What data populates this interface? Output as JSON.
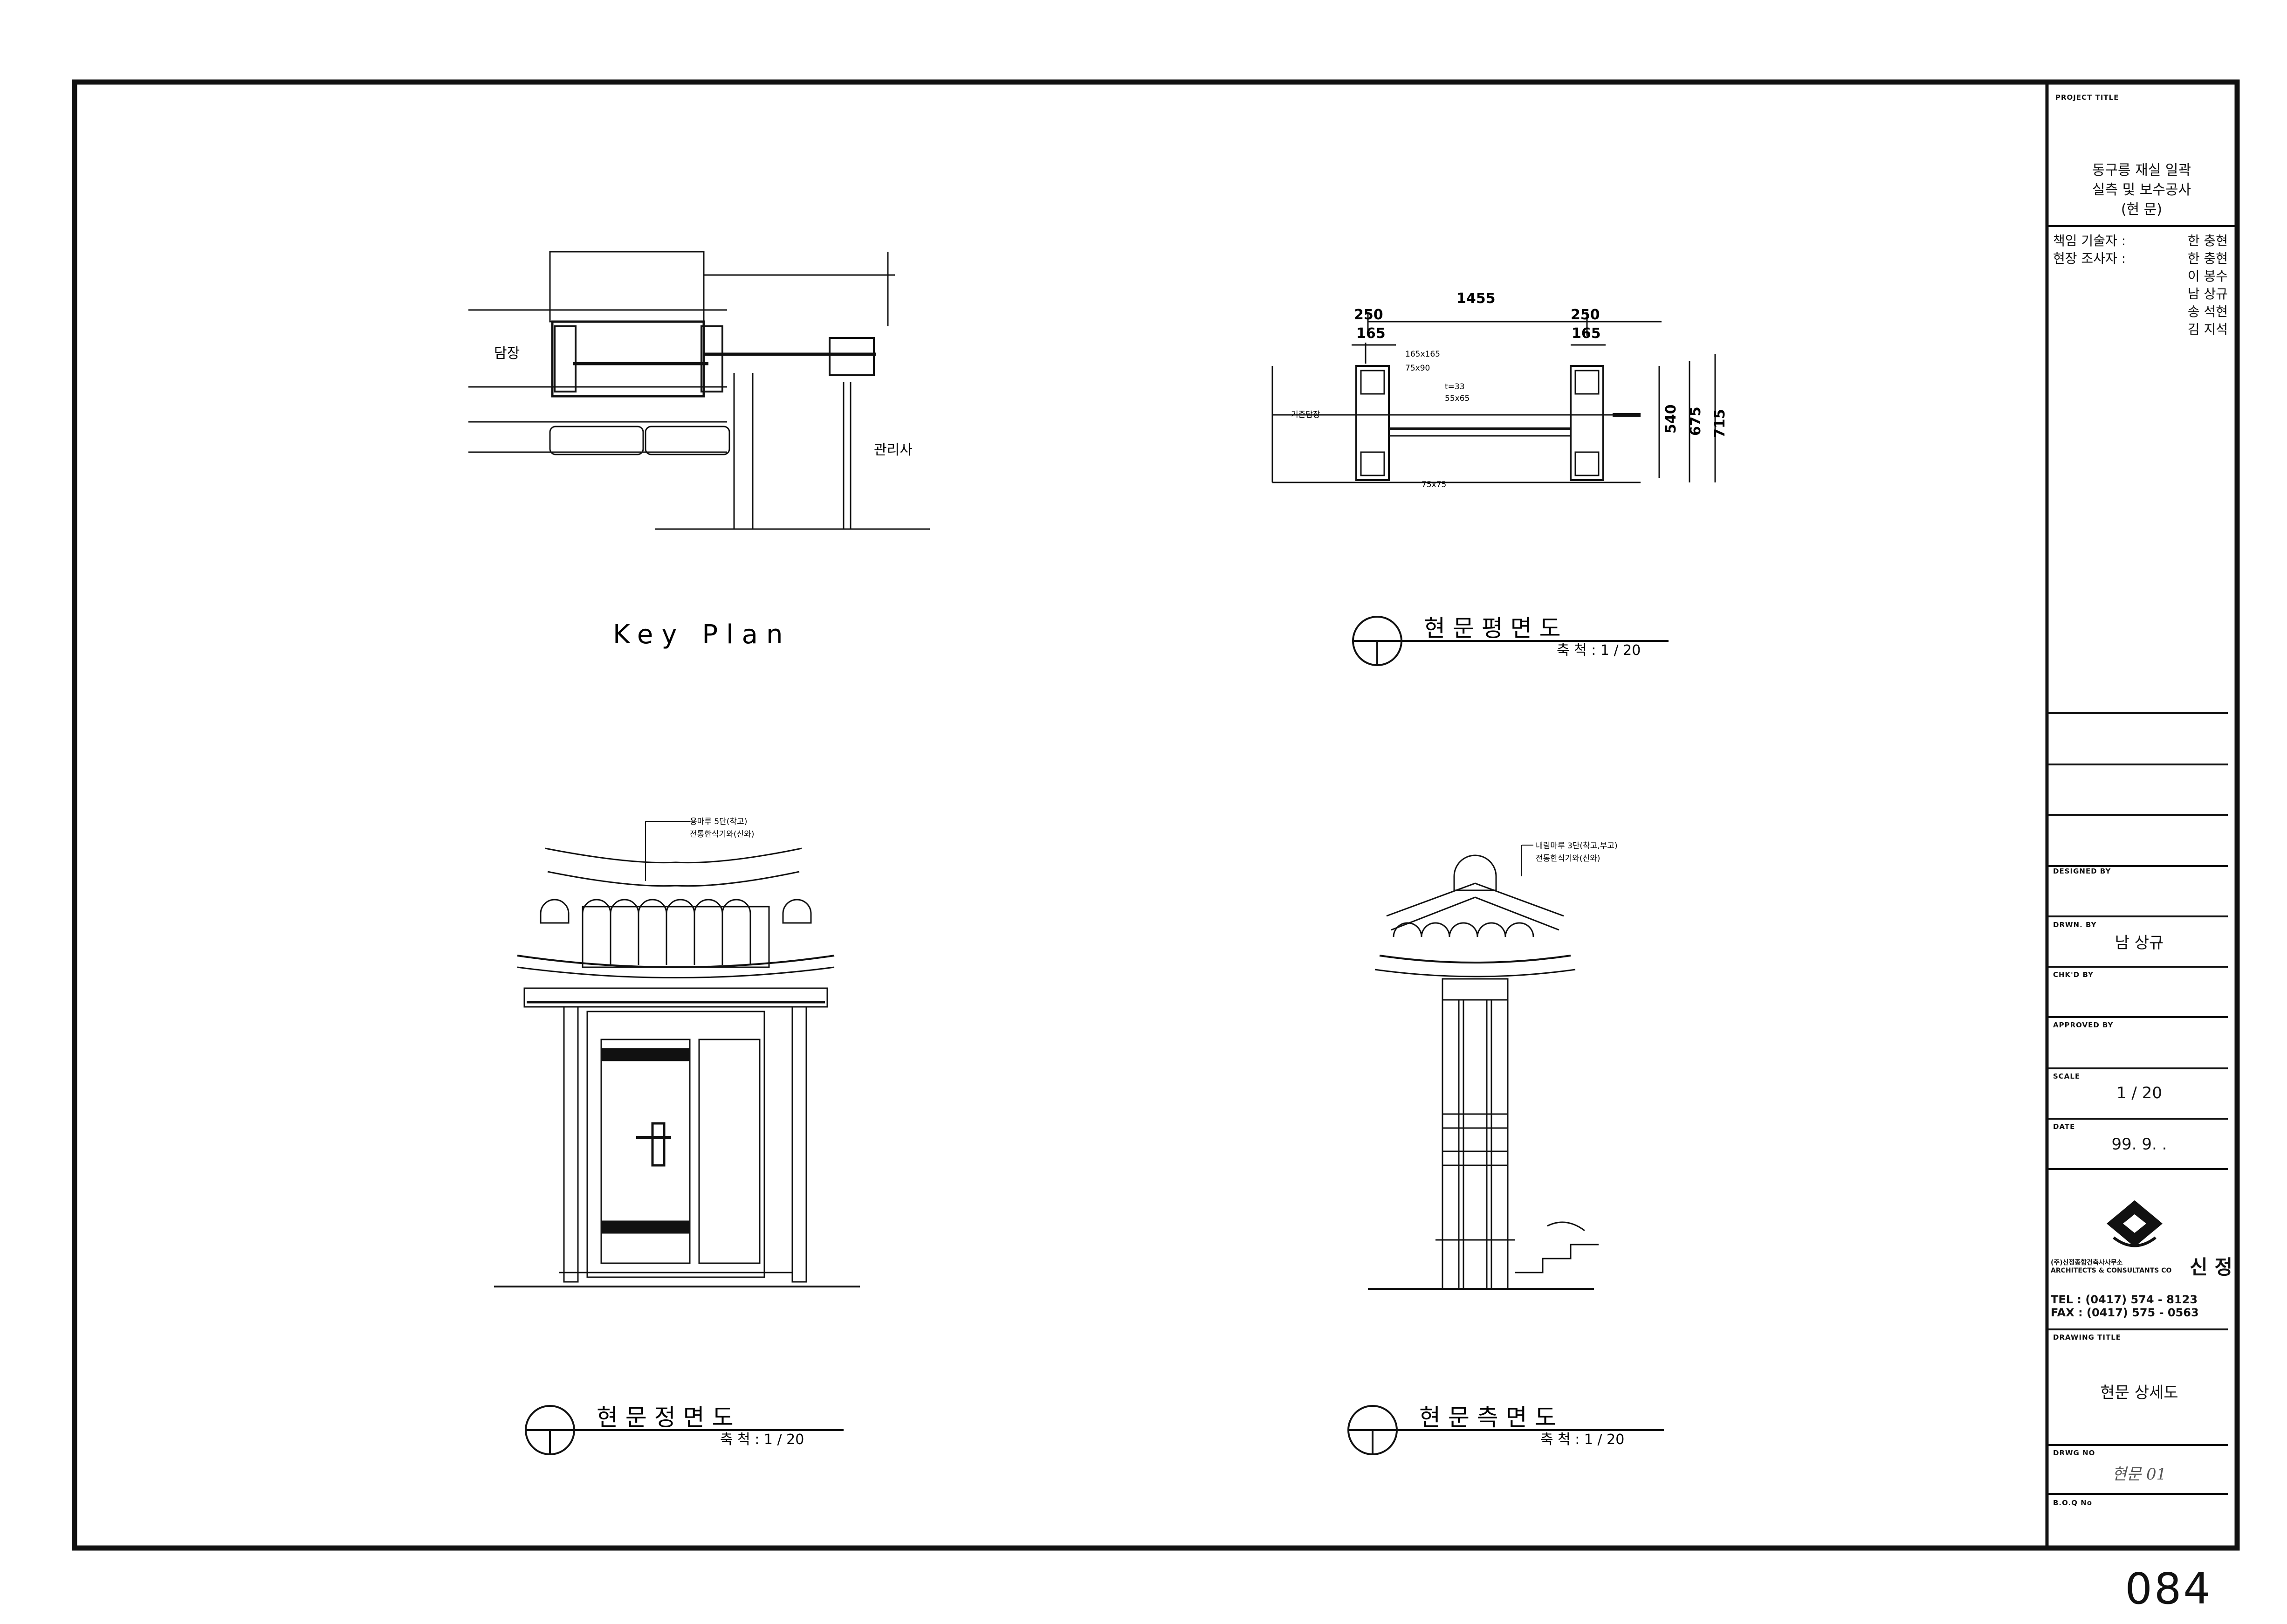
{
  "title_block": {
    "project_title_caption": "PROJECT TITLE",
    "project_title": [
      "동구릉 재실 일곽",
      "실측 및 보수공사",
      "(현   문)"
    ],
    "staff": [
      {
        "role": "책임 기술자 :",
        "name": "한 충현"
      },
      {
        "role": "현장 조사자 :",
        "name": "한 충현"
      },
      {
        "role": "",
        "name": "이 봉수"
      },
      {
        "role": "",
        "name": "남 상규"
      },
      {
        "role": "",
        "name": "송 석현"
      },
      {
        "role": "",
        "name": "김 지석"
      }
    ],
    "designed_by_caption": "DESIGNED BY",
    "drawn_by_caption": "DRWN. BY",
    "drawn_by": "남 상규",
    "checked_by_caption": "CHK'D BY",
    "approved_by_caption": "APPROVED BY",
    "scale_caption": "SCALE",
    "scale": "1 / 20",
    "date_caption": "DATE",
    "date": "99. 9.  .",
    "company_name": "(주)신정종합건축사사무소",
    "company_name_en": "ARCHITECTS & CONSULTANTS CO",
    "company_brand": "신 정",
    "tel": "TEL : (0417) 574 - 8123",
    "fax": "FAX : (0417) 575 - 0563",
    "drawing_title_caption": "DRAWING TITLE",
    "drawing_title": "현문 상세도",
    "drawing_no_caption": "DRWG NO",
    "drawing_no": "현문 01",
    "boq_caption": "B.O.Q No"
  },
  "views": {
    "key_plan": {
      "title": "Key Plan",
      "labels": {
        "wall": "담장",
        "building": "관리사"
      }
    },
    "plan": {
      "title": "현 문   평 면 도",
      "scale": "축 척 : 1 / 20",
      "dims": {
        "overall": "1455",
        "left_outer": "250",
        "left_inner": "165",
        "right_outer": "250",
        "right_inner": "165",
        "depth_1": "540",
        "depth_2": "675",
        "depth_3": "715"
      },
      "notes": [
        "165x165",
        "75x90",
        "t=33",
        "55x65",
        "75x75",
        "기존담장"
      ]
    },
    "front_elevation": {
      "title": "현 문   정 면 도",
      "scale": "축 척 : 1 / 20",
      "notes": [
        "용마루 5단(착고)",
        "전통한식기와(신와)"
      ]
    },
    "side_elevation": {
      "title": "현 문   측 면 도",
      "scale": "축 척 : 1 / 20",
      "notes": [
        "내림마루 3단(착고,부고)",
        "전통한식기와(신와)"
      ]
    }
  },
  "page_number": "084"
}
